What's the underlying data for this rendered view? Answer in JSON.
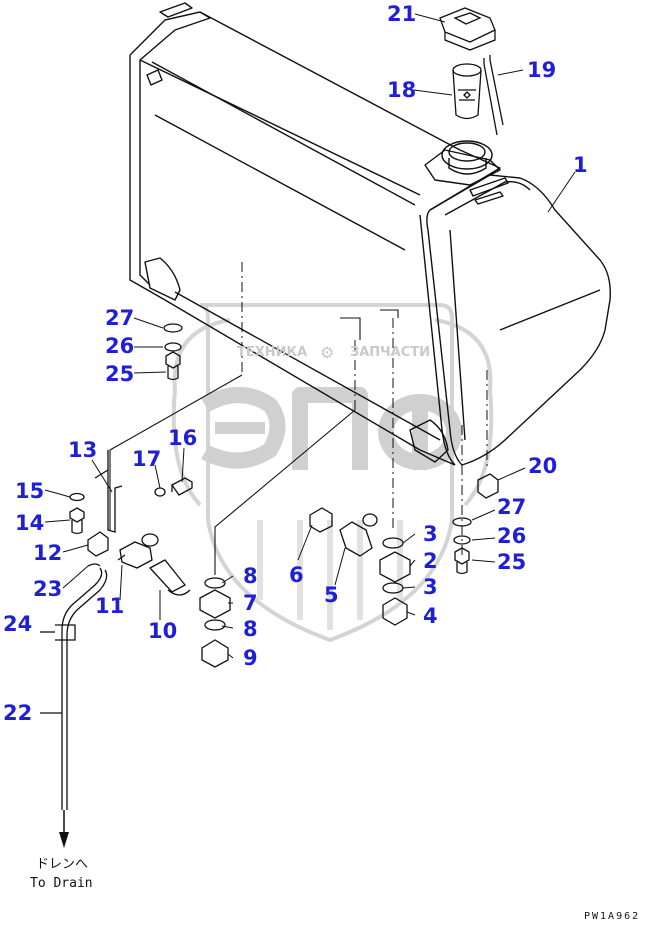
{
  "watermark": {
    "left": "ТЕХНИКА",
    "right": "ЗАПЧАСТИ",
    "emblem": "ЭПФ"
  },
  "callouts": [
    {
      "id": "c1",
      "text": "1"
    },
    {
      "id": "c2",
      "text": "2"
    },
    {
      "id": "c3a",
      "text": "3"
    },
    {
      "id": "c3b",
      "text": "3"
    },
    {
      "id": "c4",
      "text": "4"
    },
    {
      "id": "c5",
      "text": "5"
    },
    {
      "id": "c6",
      "text": "6"
    },
    {
      "id": "c7",
      "text": "7"
    },
    {
      "id": "c8a",
      "text": "8"
    },
    {
      "id": "c8b",
      "text": "8"
    },
    {
      "id": "c9",
      "text": "9"
    },
    {
      "id": "c10",
      "text": "10"
    },
    {
      "id": "c11",
      "text": "11"
    },
    {
      "id": "c12",
      "text": "12"
    },
    {
      "id": "c13",
      "text": "13"
    },
    {
      "id": "c14",
      "text": "14"
    },
    {
      "id": "c15",
      "text": "15"
    },
    {
      "id": "c16",
      "text": "16"
    },
    {
      "id": "c17",
      "text": "17"
    },
    {
      "id": "c18",
      "text": "18"
    },
    {
      "id": "c19",
      "text": "19"
    },
    {
      "id": "c20",
      "text": "20"
    },
    {
      "id": "c21",
      "text": "21"
    },
    {
      "id": "c22",
      "text": "22"
    },
    {
      "id": "c23",
      "text": "23"
    },
    {
      "id": "c24",
      "text": "24"
    },
    {
      "id": "c25a",
      "text": "25"
    },
    {
      "id": "c25b",
      "text": "25"
    },
    {
      "id": "c26a",
      "text": "26"
    },
    {
      "id": "c26b",
      "text": "26"
    },
    {
      "id": "c27a",
      "text": "27"
    },
    {
      "id": "c27b",
      "text": "27"
    }
  ],
  "drain_note": {
    "japanese": "ドレンへ",
    "english": "To Drain"
  },
  "drawing_code": "PW1A962",
  "colors": {
    "callout": "#1f1fd6",
    "line": "#111111",
    "watermark": "#d9d9d9"
  }
}
